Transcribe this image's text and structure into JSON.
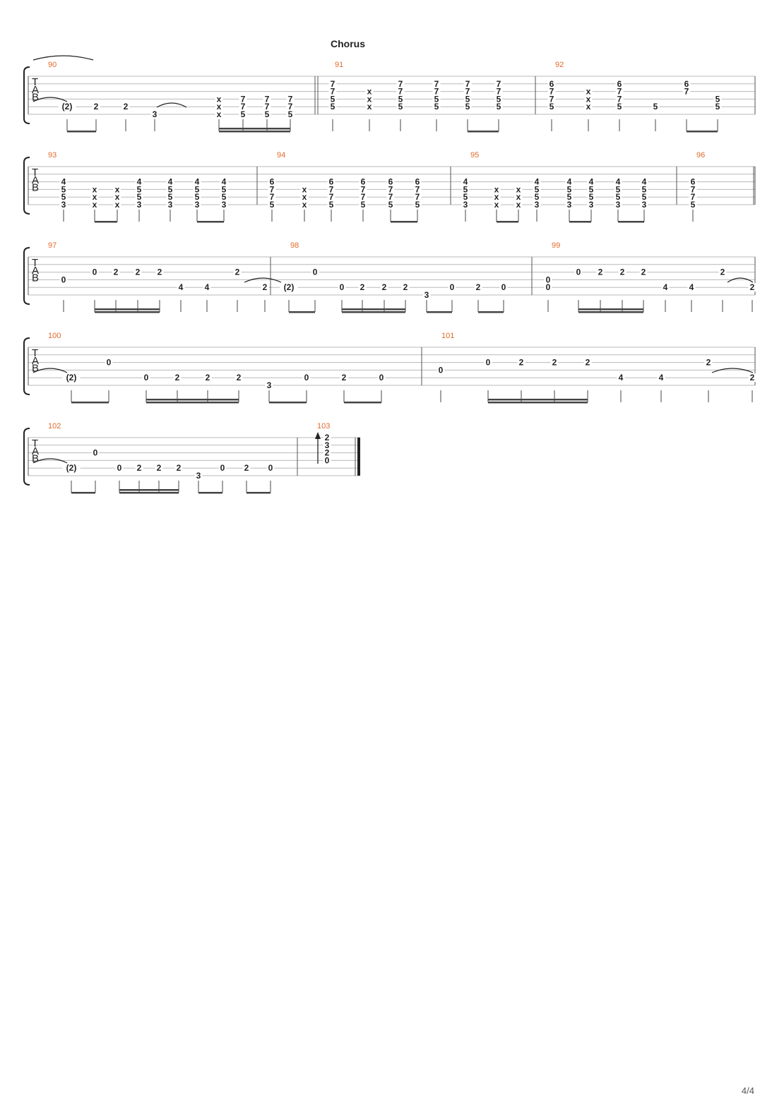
{
  "section_title": "Chorus",
  "page_number": "4/4",
  "tab_letters": [
    "T",
    "A",
    "B"
  ],
  "measures": [
    {
      "num": "90",
      "notes": [
        {
          "f": [
            "(2)"
          ],
          "s": [
            5
          ]
        },
        {
          "f": [
            "2"
          ],
          "s": [
            5
          ]
        },
        {
          "f": [
            "2"
          ],
          "s": [
            5
          ]
        },
        {
          "f": [
            "3"
          ],
          "s": [
            6
          ]
        },
        {
          "f": [
            "x",
            "x",
            "x"
          ],
          "s": [
            4,
            5,
            6
          ]
        },
        {
          "f": [
            "7",
            "7",
            "5"
          ],
          "s": [
            4,
            5,
            6
          ]
        },
        {
          "f": [
            "7",
            "7",
            "5"
          ],
          "s": [
            4,
            5,
            6
          ]
        },
        {
          "f": [
            "7",
            "7",
            "5"
          ],
          "s": [
            4,
            5,
            6
          ]
        }
      ]
    },
    {
      "num": "91",
      "notes": [
        {
          "f": [
            "7",
            "7",
            "5",
            "5"
          ],
          "s": [
            2,
            3,
            4,
            5
          ]
        },
        {
          "f": [
            "x",
            "x",
            "x"
          ],
          "s": [
            3,
            4,
            5
          ]
        },
        {
          "f": [
            "7",
            "7",
            "5",
            "5"
          ],
          "s": [
            2,
            3,
            4,
            5
          ]
        },
        {
          "f": [
            "7",
            "7",
            "5",
            "5"
          ],
          "s": [
            2,
            3,
            4,
            5
          ]
        },
        {
          "f": [
            "7",
            "7",
            "5",
            "5"
          ],
          "s": [
            2,
            3,
            4,
            5
          ]
        },
        {
          "f": [
            "7",
            "7",
            "5",
            "5"
          ],
          "s": [
            2,
            3,
            4,
            5
          ]
        }
      ]
    },
    {
      "num": "92",
      "notes": [
        {
          "f": [
            "6",
            "7",
            "7",
            "5"
          ],
          "s": [
            2,
            3,
            4,
            5
          ]
        },
        {
          "f": [
            "x",
            "x",
            "x"
          ],
          "s": [
            3,
            4,
            5
          ]
        },
        {
          "f": [
            "6",
            "7",
            "7",
            "5"
          ],
          "s": [
            2,
            3,
            4,
            5
          ]
        },
        {
          "f": [
            "5"
          ],
          "s": [
            5
          ]
        },
        {
          "f": [
            "6",
            "7"
          ],
          "s": [
            2,
            3
          ]
        },
        {
          "f": [
            "5",
            "5"
          ],
          "s": [
            4,
            5
          ]
        }
      ]
    },
    {
      "num": "93",
      "notes": [
        {
          "f": [
            "4",
            "5",
            "5",
            "3"
          ],
          "s": [
            3,
            4,
            5,
            6
          ]
        },
        {
          "f": [
            "x",
            "x",
            "x"
          ],
          "s": [
            4,
            5,
            6
          ]
        },
        {
          "f": [
            "x",
            "x",
            "x"
          ],
          "s": [
            4,
            5,
            6
          ]
        },
        {
          "f": [
            "4",
            "5",
            "5",
            "3"
          ],
          "s": [
            3,
            4,
            5,
            6
          ]
        },
        {
          "f": [
            "4",
            "5",
            "5",
            "3"
          ],
          "s": [
            3,
            4,
            5,
            6
          ]
        },
        {
          "f": [
            "4",
            "5",
            "5",
            "3"
          ],
          "s": [
            3,
            4,
            5,
            6
          ]
        },
        {
          "f": [
            "4",
            "5",
            "5",
            "3"
          ],
          "s": [
            3,
            4,
            5,
            6
          ]
        }
      ]
    },
    {
      "num": "94",
      "notes": [
        {
          "f": [
            "6",
            "7",
            "7",
            "5"
          ],
          "s": [
            3,
            4,
            5,
            6
          ]
        },
        {
          "f": [
            "x",
            "x",
            "x"
          ],
          "s": [
            4,
            5,
            6
          ]
        },
        {
          "f": [
            "6",
            "7",
            "7",
            "5"
          ],
          "s": [
            3,
            4,
            5,
            6
          ]
        },
        {
          "f": [
            "6",
            "7",
            "7",
            "5"
          ],
          "s": [
            3,
            4,
            5,
            6
          ]
        },
        {
          "f": [
            "6",
            "7",
            "7",
            "5"
          ],
          "s": [
            3,
            4,
            5,
            6
          ]
        },
        {
          "f": [
            "6",
            "7",
            "7",
            "5"
          ],
          "s": [
            3,
            4,
            5,
            6
          ]
        }
      ]
    },
    {
      "num": "95",
      "notes": [
        {
          "f": [
            "4",
            "5",
            "5",
            "3"
          ],
          "s": [
            3,
            4,
            5,
            6
          ]
        },
        {
          "f": [
            "x",
            "x",
            "x"
          ],
          "s": [
            4,
            5,
            6
          ]
        },
        {
          "f": [
            "x",
            "x",
            "x"
          ],
          "s": [
            4,
            5,
            6
          ]
        },
        {
          "f": [
            "4",
            "5",
            "5",
            "3"
          ],
          "s": [
            3,
            4,
            5,
            6
          ]
        },
        {
          "f": [
            "4",
            "5",
            "5",
            "3"
          ],
          "s": [
            3,
            4,
            5,
            6
          ]
        },
        {
          "f": [
            "4",
            "5",
            "5",
            "3"
          ],
          "s": [
            3,
            4,
            5,
            6
          ]
        },
        {
          "f": [
            "4",
            "5",
            "5",
            "3"
          ],
          "s": [
            3,
            4,
            5,
            6
          ]
        },
        {
          "f": [
            "4",
            "5",
            "5",
            "3"
          ],
          "s": [
            3,
            4,
            5,
            6
          ]
        }
      ]
    },
    {
      "num": "96",
      "notes": [
        {
          "f": [
            "6",
            "7",
            "7",
            "5"
          ],
          "s": [
            3,
            4,
            5,
            6
          ]
        }
      ]
    },
    {
      "num": "97",
      "notes": [
        {
          "f": [
            "0"
          ],
          "s": [
            4
          ]
        },
        {
          "f": [
            "0"
          ],
          "s": [
            3
          ]
        },
        {
          "f": [
            "2"
          ],
          "s": [
            3
          ]
        },
        {
          "f": [
            "2"
          ],
          "s": [
            3
          ]
        },
        {
          "f": [
            "2"
          ],
          "s": [
            3
          ]
        },
        {
          "f": [
            "4"
          ],
          "s": [
            5
          ]
        },
        {
          "f": [
            "4"
          ],
          "s": [
            5
          ]
        },
        {
          "f": [
            "2"
          ],
          "s": [
            3
          ]
        },
        {
          "f": [
            "2"
          ],
          "s": [
            5
          ]
        }
      ]
    },
    {
      "num": "98",
      "notes": [
        {
          "f": [
            "(2)"
          ],
          "s": [
            5
          ]
        },
        {
          "f": [
            "0"
          ],
          "s": [
            3
          ]
        },
        {
          "f": [
            "0"
          ],
          "s": [
            5
          ]
        },
        {
          "f": [
            "2"
          ],
          "s": [
            5
          ]
        },
        {
          "f": [
            "2"
          ],
          "s": [
            5
          ]
        },
        {
          "f": [
            "2"
          ],
          "s": [
            5
          ]
        },
        {
          "f": [
            "3"
          ],
          "s": [
            6
          ]
        },
        {
          "f": [
            "0"
          ],
          "s": [
            5
          ]
        },
        {
          "f": [
            "2"
          ],
          "s": [
            5
          ]
        },
        {
          "f": [
            "0"
          ],
          "s": [
            5
          ]
        }
      ]
    },
    {
      "num": "99",
      "notes": [
        {
          "f": [
            "0",
            "0"
          ],
          "s": [
            4,
            5
          ]
        },
        {
          "f": [
            "0"
          ],
          "s": [
            3
          ]
        },
        {
          "f": [
            "2"
          ],
          "s": [
            3
          ]
        },
        {
          "f": [
            "2"
          ],
          "s": [
            3
          ]
        },
        {
          "f": [
            "2"
          ],
          "s": [
            3
          ]
        },
        {
          "f": [
            "4"
          ],
          "s": [
            5
          ]
        },
        {
          "f": [
            "4"
          ],
          "s": [
            5
          ]
        },
        {
          "f": [
            "2"
          ],
          "s": [
            3
          ]
        },
        {
          "f": [
            "2"
          ],
          "s": [
            5
          ]
        }
      ]
    },
    {
      "num": "100",
      "notes": [
        {
          "f": [
            "(2)"
          ],
          "s": [
            5
          ]
        },
        {
          "f": [
            "0"
          ],
          "s": [
            3
          ]
        },
        {
          "f": [
            "0"
          ],
          "s": [
            5
          ]
        },
        {
          "f": [
            "2"
          ],
          "s": [
            5
          ]
        },
        {
          "f": [
            "2"
          ],
          "s": [
            5
          ]
        },
        {
          "f": [
            "2"
          ],
          "s": [
            5
          ]
        },
        {
          "f": [
            "3"
          ],
          "s": [
            6
          ]
        },
        {
          "f": [
            "0"
          ],
          "s": [
            5
          ]
        },
        {
          "f": [
            "2"
          ],
          "s": [
            5
          ]
        },
        {
          "f": [
            "0"
          ],
          "s": [
            5
          ]
        }
      ]
    },
    {
      "num": "101",
      "notes": [
        {
          "f": [
            "0"
          ],
          "s": [
            4
          ]
        },
        {
          "f": [
            "0"
          ],
          "s": [
            3
          ]
        },
        {
          "f": [
            "2"
          ],
          "s": [
            3
          ]
        },
        {
          "f": [
            "2"
          ],
          "s": [
            3
          ]
        },
        {
          "f": [
            "2"
          ],
          "s": [
            3
          ]
        },
        {
          "f": [
            "4"
          ],
          "s": [
            5
          ]
        },
        {
          "f": [
            "4"
          ],
          "s": [
            5
          ]
        },
        {
          "f": [
            "2"
          ],
          "s": [
            3
          ]
        },
        {
          "f": [
            "2"
          ],
          "s": [
            5
          ]
        }
      ]
    },
    {
      "num": "102",
      "notes": [
        {
          "f": [
            "(2)"
          ],
          "s": [
            5
          ]
        },
        {
          "f": [
            "0"
          ],
          "s": [
            3
          ]
        },
        {
          "f": [
            "0"
          ],
          "s": [
            5
          ]
        },
        {
          "f": [
            "2"
          ],
          "s": [
            5
          ]
        },
        {
          "f": [
            "2"
          ],
          "s": [
            5
          ]
        },
        {
          "f": [
            "2"
          ],
          "s": [
            5
          ]
        },
        {
          "f": [
            "3"
          ],
          "s": [
            6
          ]
        },
        {
          "f": [
            "0"
          ],
          "s": [
            5
          ]
        },
        {
          "f": [
            "2"
          ],
          "s": [
            5
          ]
        },
        {
          "f": [
            "0"
          ],
          "s": [
            5
          ]
        }
      ]
    },
    {
      "num": "103",
      "notes": [
        {
          "f": [
            "2",
            "3",
            "2",
            "0"
          ],
          "s": [
            1,
            2,
            3,
            4
          ]
        }
      ]
    }
  ]
}
